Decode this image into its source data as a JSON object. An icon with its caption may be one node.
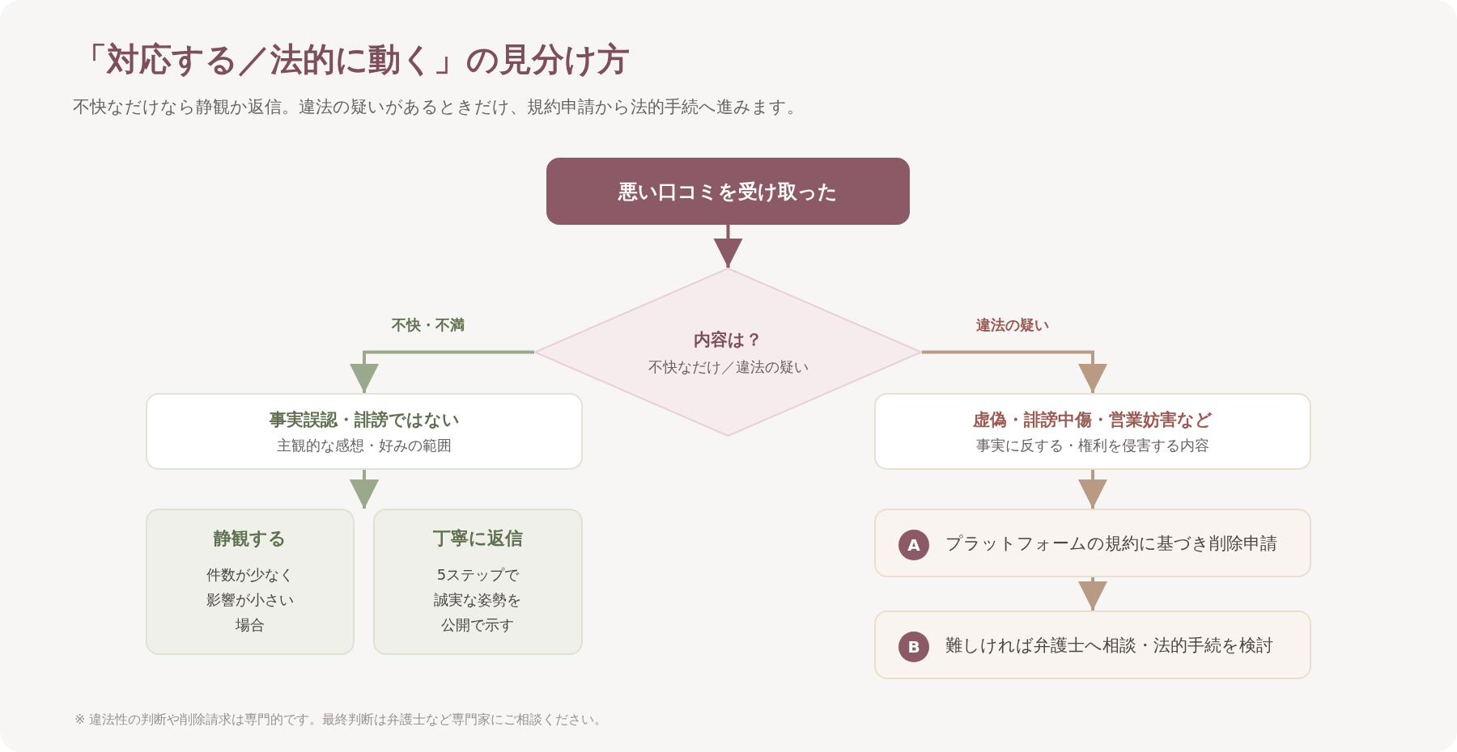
{
  "diagram": {
    "title": "「対応する／法的に動く」の見分け方",
    "nodes": [
      {
        "text": [
          "悪い口コミを受け取った"
        ]
      },
      {
        "text": [
          "内容は？",
          "不快なだけ／違法の疑い"
        ]
      },
      {
        "text": [
          "事実誤認・誹謗ではない",
          "主観的な感想・好みの範囲"
        ]
      },
      {
        "text": [
          "静観する",
          "件数が少なく影響が小さい場合"
        ]
      },
      {
        "text": [
          "丁寧に返信",
          "5ステップで誠実な姿勢を公開で示す"
        ]
      },
      {
        "text": [
          "虚偽・誹謗中傷・営業妨害など",
          "事実に反する・権利を侵害する内容"
        ]
      },
      {
        "text": [
          "プラットフォームの規約に基づき削除申請"
        ]
      },
      {
        "text": [
          "A"
        ],
        "in": 6
      },
      {
        "text": [
          "難しければ弁護士へ相談・法的手続を検討"
        ]
      },
      {
        "text": [
          "B"
        ],
        "in": 8
      }
    ],
    "edges": [
      {
        "from": 0,
        "to": 1,
        "arrow": "to",
        "color": "#8c5a67"
      },
      {
        "from": 1,
        "to": 2,
        "arrow": "to",
        "label": "不快・不満",
        "color": "#9aa88c"
      },
      {
        "from": 1,
        "to": 5,
        "arrow": "to",
        "label": "違法の疑い",
        "color": "#b99a85"
      },
      {
        "from": 2,
        "to": 3,
        "arrow": "to",
        "color": "#9aa88c"
      },
      {
        "from": 2,
        "to": 4,
        "arrow": "to",
        "color": "#9aa88c"
      },
      {
        "from": 5,
        "to": 6,
        "arrow": "to",
        "color": "#b99a85"
      },
      {
        "from": 6,
        "to": 8,
        "arrow": "to",
        "color": "#b99a85"
      }
    ],
    "labels": [
      "不快なだけなら静観か返信。違法の疑いがあるときだけ、規約申請から法的手続へ進みます。",
      "※ 違法性の判断や削除請求は専門的です。最終判断は弁護士など専門家にご相談ください。"
    ]
  }
}
